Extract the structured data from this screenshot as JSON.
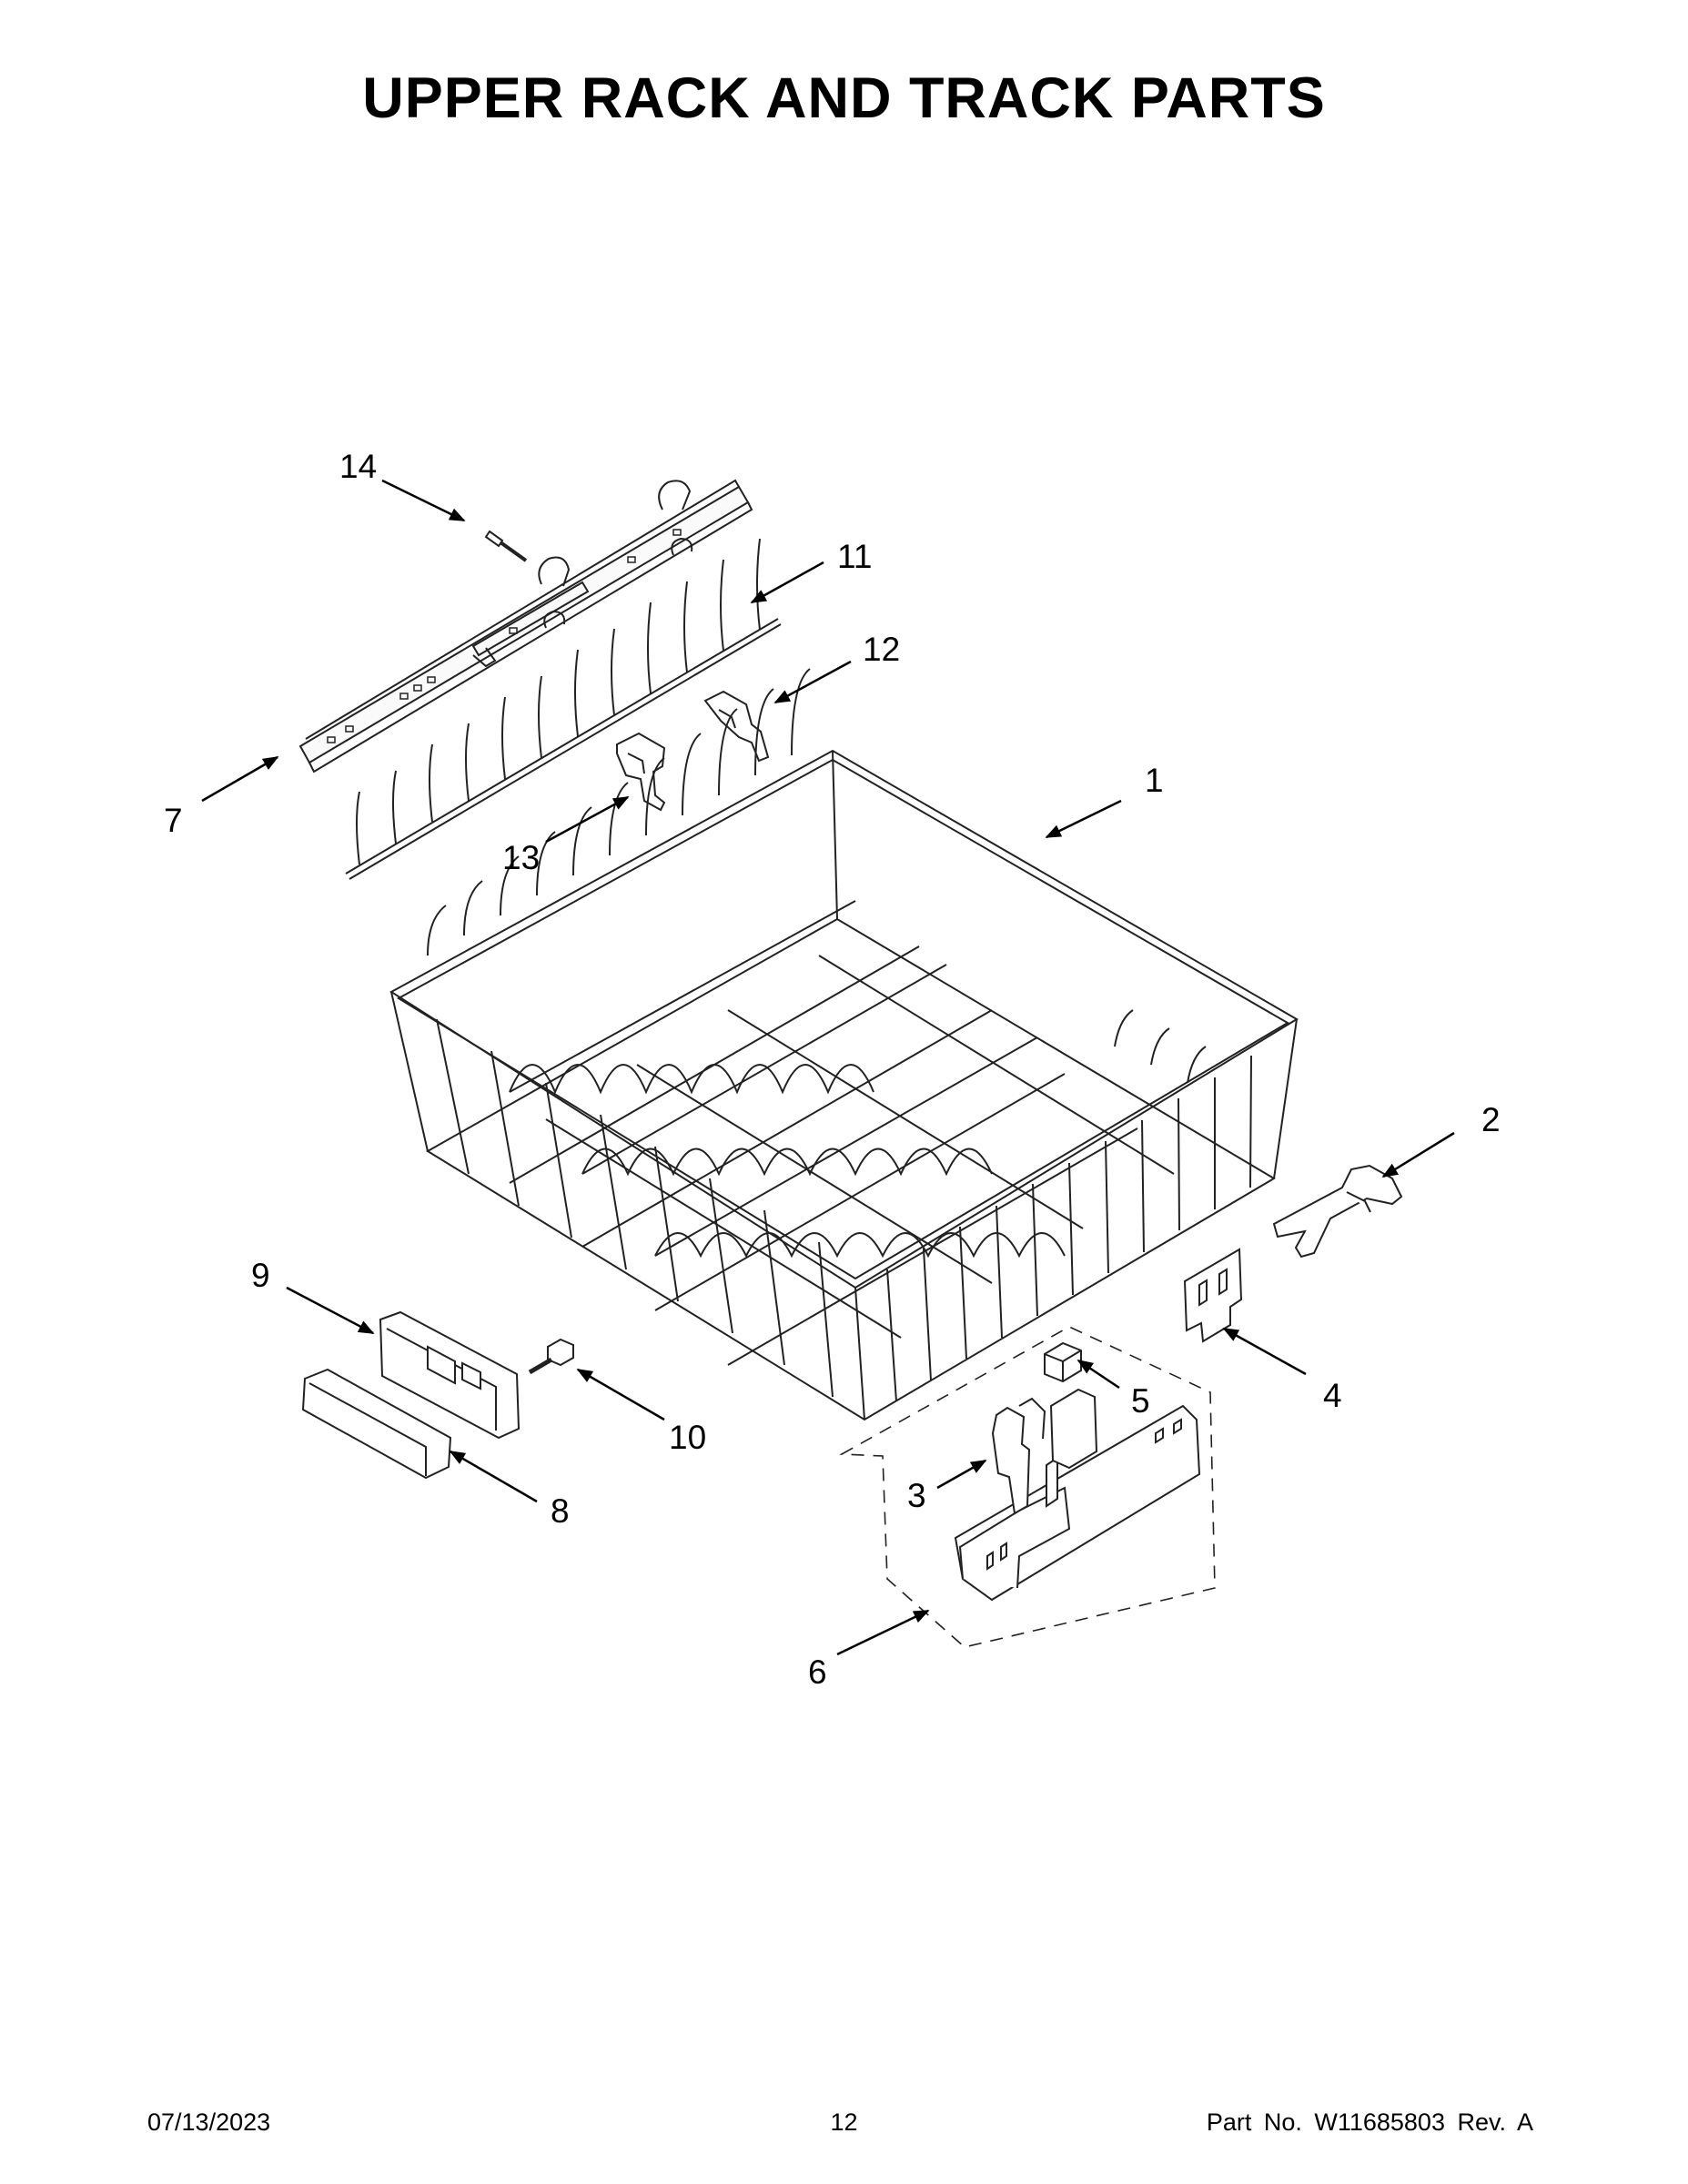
{
  "title": "UPPER RACK AND TRACK PARTS",
  "callouts": [
    "1",
    "2",
    "3",
    "4",
    "5",
    "6",
    "7",
    "8",
    "9",
    "10",
    "11",
    "12",
    "13",
    "14"
  ],
  "footer": {
    "date": "07/13/2023",
    "page": "12",
    "part": "Part No.  W11685803  Rev.  A"
  }
}
